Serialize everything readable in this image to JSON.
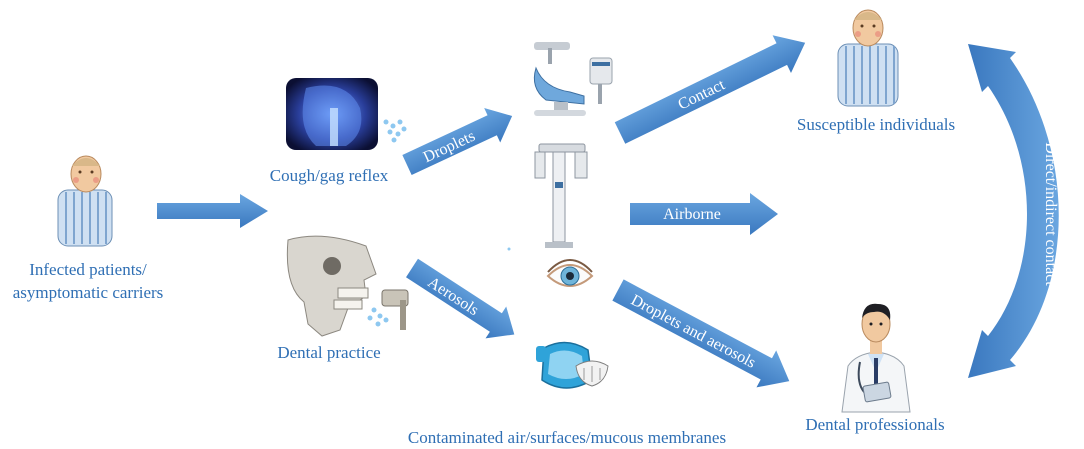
{
  "nodes": {
    "infected": {
      "line1": "Infected patients/",
      "line2": "asymptomatic carriers"
    },
    "cough": "Cough/gag reflex",
    "dental_practice": "Dental practice",
    "contaminated": "Contaminated air/surfaces/mucous membranes",
    "susceptible": "Susceptible individuals",
    "professionals": "Dental professionals"
  },
  "arrows": {
    "droplets": "Droplets",
    "aerosols": "Aerosols",
    "contact": "Contact",
    "airborne": "Airborne",
    "droplets_aerosols": "Droplets and aerosols",
    "direct_indirect": "Direct/indirect contact"
  },
  "colors": {
    "arrow": "#4a8cd2",
    "arrow_dark": "#3a73b3",
    "label": "#2f6fb4"
  },
  "icons": {
    "patient_left": "infected-patient-icon",
    "head_xray": "head-xray-icon",
    "skull": "skull-icon",
    "dental_chair": "dental-chair-icon",
    "xray_machine": "xray-machine-icon",
    "eye": "eye-icon",
    "impression_tray": "impression-tray-icon",
    "patient_right": "susceptible-patient-icon",
    "doctor": "dental-professional-icon"
  }
}
